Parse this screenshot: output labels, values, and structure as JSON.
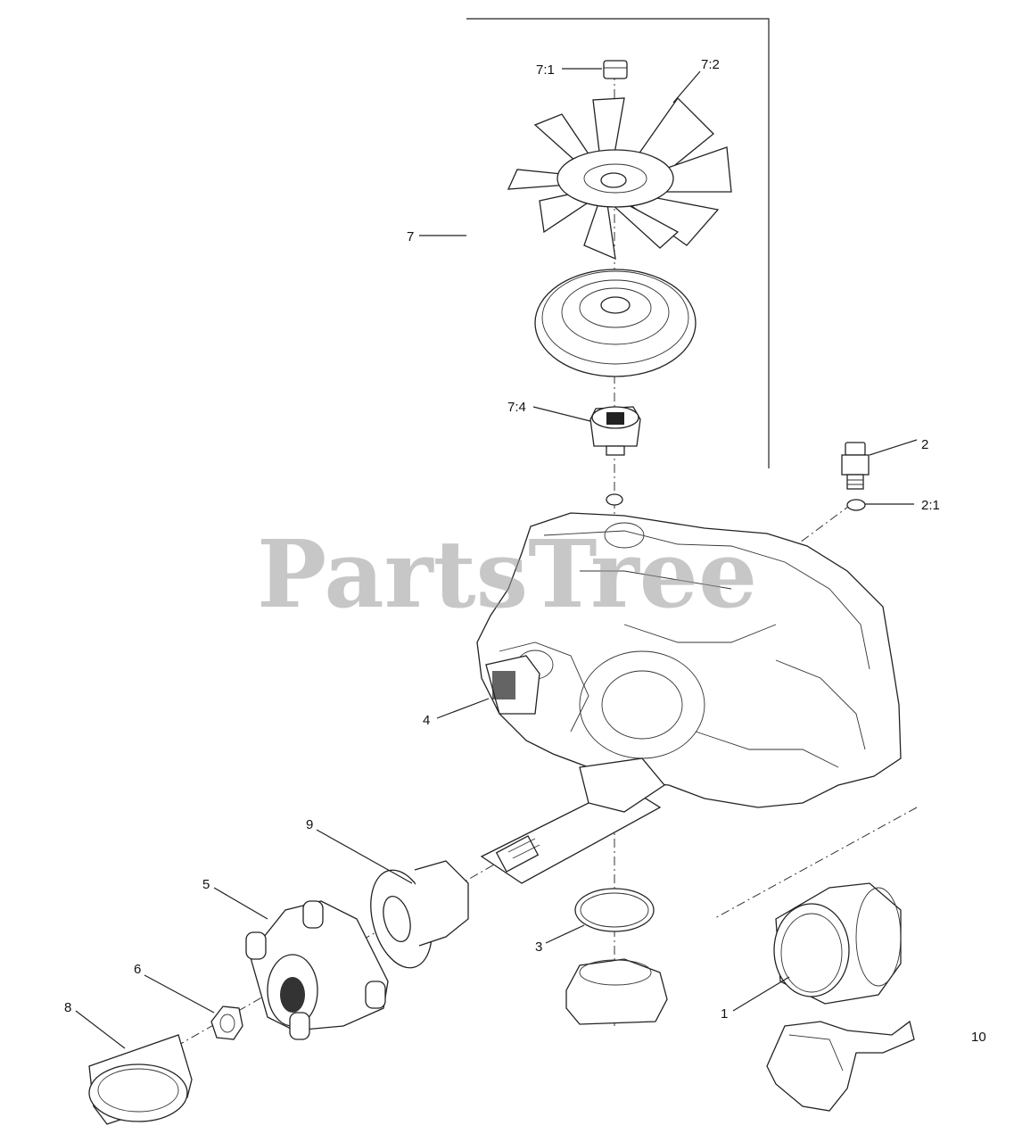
{
  "watermark": "PartsTree",
  "callouts": {
    "c7_1": "7:1",
    "c7_2": "7:2",
    "c7": "7",
    "c7_4": "7:4",
    "c2": "2",
    "c2_1": "2:1",
    "c4": "4",
    "c9": "9",
    "c5": "5",
    "c3": "3",
    "c6": "6",
    "c8": "8",
    "c1": "1",
    "c10": "10"
  }
}
